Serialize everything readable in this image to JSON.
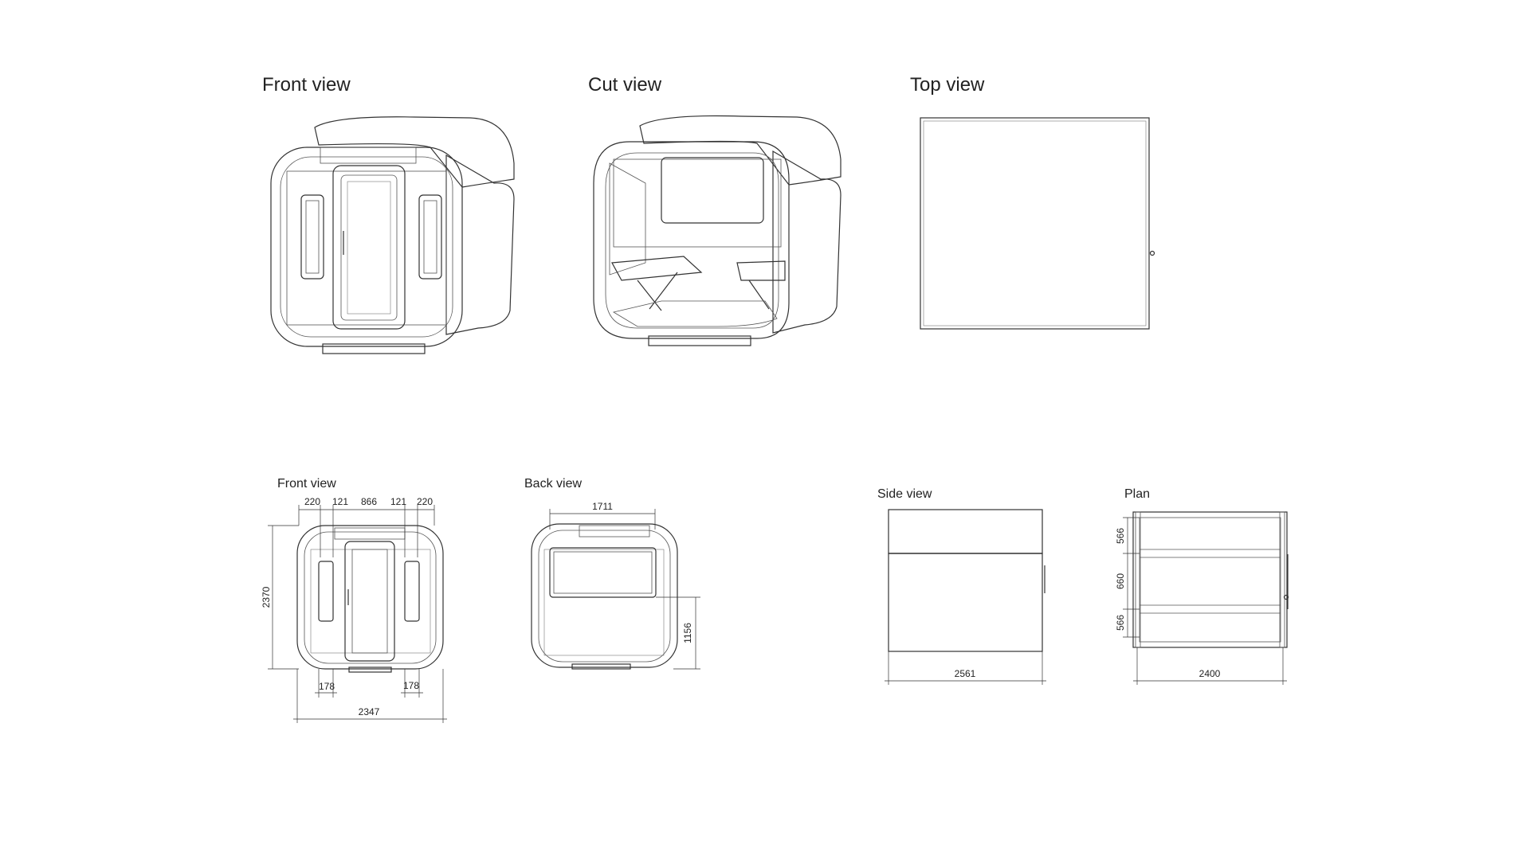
{
  "views": {
    "front_view_3d": {
      "title": "Front view"
    },
    "cut_view_3d": {
      "title": "Cut view"
    },
    "top_view": {
      "title": "Top view"
    },
    "front_view": {
      "title": "Front view",
      "dims": {
        "top": [
          "220",
          "121",
          "866",
          "121",
          "220"
        ],
        "height": "2370",
        "bottom_left": "178",
        "bottom_right": "178",
        "width": "2347"
      }
    },
    "back_view": {
      "title": "Back view",
      "dims": {
        "top": "1711",
        "right": "1156"
      }
    },
    "side_view": {
      "title": "Side view",
      "dims": {
        "width": "2561"
      }
    },
    "plan": {
      "title": "Plan",
      "dims": {
        "left": [
          "566",
          "660",
          "566"
        ],
        "width": "2400"
      }
    }
  }
}
